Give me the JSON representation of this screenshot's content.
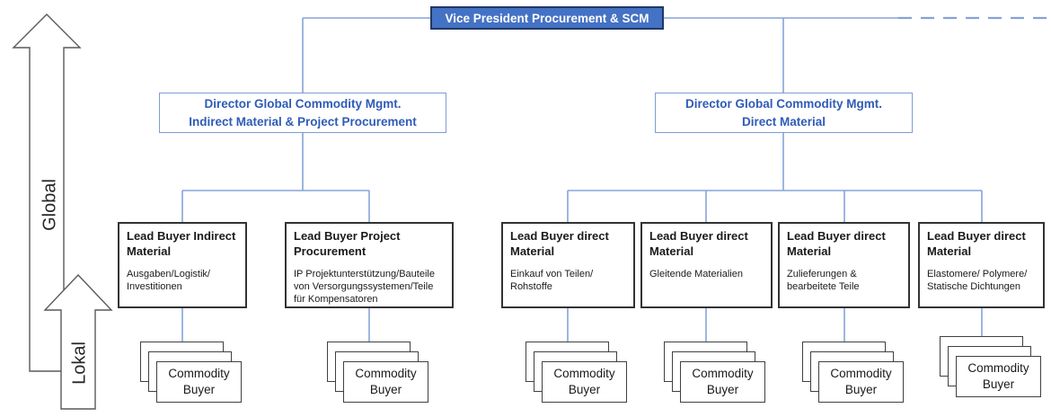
{
  "title_box": {
    "label": "Vice President Procurement & SCM"
  },
  "axis_labels": {
    "global": "Global",
    "lokal": "Lokal"
  },
  "directors": [
    {
      "line1": "Director Global Commodity Mgmt.",
      "line2": "Indirect Material & Project Procurement"
    },
    {
      "line1": "Director Global Commodity Mgmt.",
      "line2": "Direct Material"
    }
  ],
  "lead_buyers": [
    {
      "title": "Lead Buyer Indirect\nMaterial",
      "subtitle": "Ausgaben/Logistik/\nInvestitionen"
    },
    {
      "title": "Lead Buyer Project\nProcurement",
      "subtitle": "IP Projektunterstützung/Bauteile\nvon Versorgungssystemen/Teile\nfür Kompensatoren"
    },
    {
      "title": "Lead Buyer direct\nMaterial",
      "subtitle": "Einkauf von Teilen/\nRohstoffe"
    },
    {
      "title": "Lead Buyer direct\nMaterial",
      "subtitle": "Gleitende Materialien"
    },
    {
      "title": "Lead Buyer direct\nMaterial",
      "subtitle": "Zulieferungen &\nbearbeitete Teile"
    },
    {
      "title": "Lead Buyer direct\nMaterial",
      "subtitle": "Elastomere/ Polymere/\nStatische Dichtungen"
    }
  ],
  "commodity_buyer_label": "Commodity Buyer",
  "colors": {
    "vp_fill": "#4472C4",
    "vp_border": "#203864",
    "vp_text": "#FFFFFF",
    "director_border": "#7F9CD5",
    "director_text": "#2F5BB7",
    "connector_blue": "#85A3DA",
    "box_border": "#333333",
    "arrow_outline": "#595959"
  }
}
